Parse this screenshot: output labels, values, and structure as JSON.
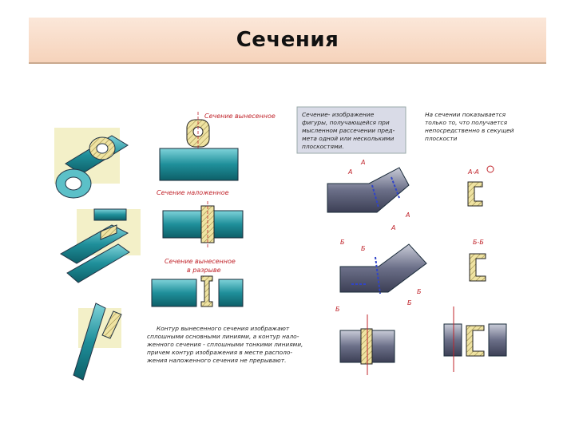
{
  "slide": {
    "title": "Сечения"
  },
  "captions": {
    "removed": "Сечение вынесенное",
    "superimposed": "Сечение наложенное",
    "in_break": [
      "Сечение вынесенное",
      "в разрыве"
    ]
  },
  "definition": [
    "Сечение- изображение",
    "фигуры, получающейся при",
    "мысленном рассечении пред-",
    "мета одной или несколькими",
    "плоскостями."
  ],
  "note_right": [
    "На сечении показывается",
    "только то, что получается",
    "непосредственно в секущей",
    "плоскости"
  ],
  "note_bottom": [
    "Контур вынесенного сечения изображают",
    "сплошными основными линиями, а контур нало-",
    "женного сечения - сплошными тонкими линиями,",
    "причем контур изображения в месте располо-",
    "жения наложенного сечения не прерывают."
  ],
  "labels": {
    "a": "А",
    "b": "Б",
    "aa": "А-А",
    "bb": "Б-Б"
  },
  "colors": {
    "accent": "#c0242b",
    "steel": "#2f9fa8",
    "hatch": "#e8d98a",
    "title_bg": "#f6d3bb"
  }
}
